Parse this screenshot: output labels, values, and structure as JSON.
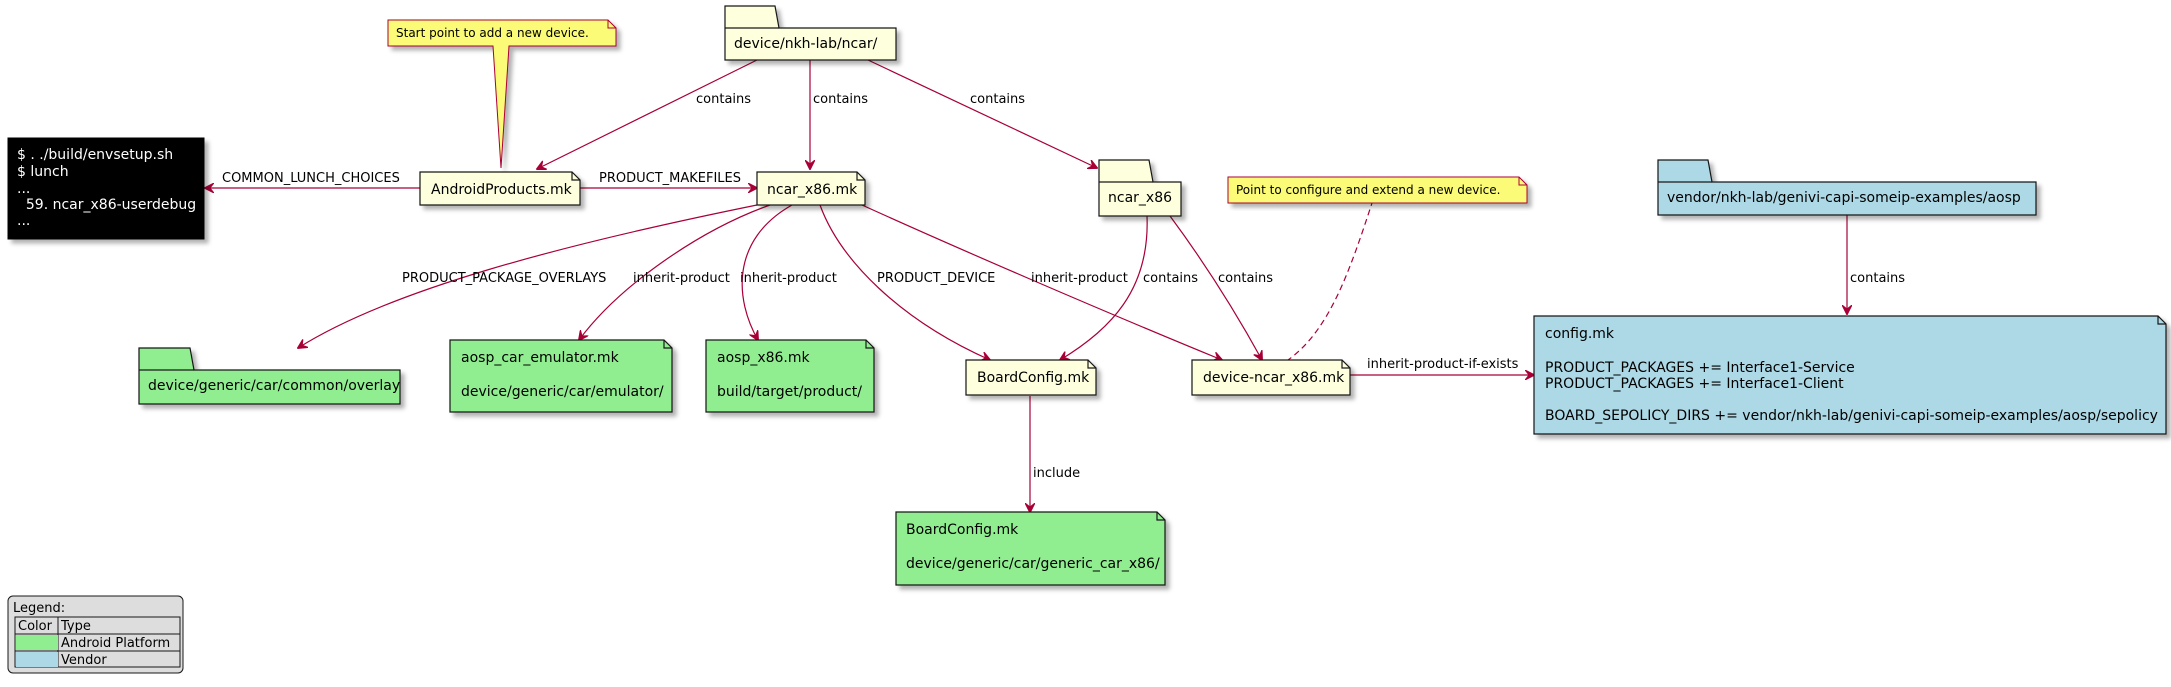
{
  "colors": {
    "edge": "#A80036",
    "note": "#FEFFDD",
    "note_border": "#181818",
    "yellow_note": "#FBFB77",
    "yellow_note_border": "#A80036",
    "android": "#90EE90",
    "vendor": "#ADD8E6",
    "terminal": "#000000",
    "terminal_text": "#FFFFFF",
    "shadow": "#C0C0C0"
  },
  "nodes": {
    "root_dir": {
      "label": "device/nkh-lab/ncar/"
    },
    "android_products": {
      "label": "AndroidProducts.mk"
    },
    "ncar_x86_mk": {
      "label": "ncar_x86.mk"
    },
    "ncar_x86_dir": {
      "label": "ncar_x86"
    },
    "board_config": {
      "label": "BoardConfig.mk"
    },
    "device_ncar": {
      "label": "device-ncar_x86.mk"
    },
    "overlay_dir": {
      "label": "device/generic/car/common/overlay"
    },
    "aosp_car_emulator": {
      "line1": "aosp_car_emulator.mk",
      "line2": "device/generic/car/emulator/"
    },
    "aosp_x86": {
      "line1": "aosp_x86.mk",
      "line2": "build/target/product/"
    },
    "board_config_generic": {
      "line1": "BoardConfig.mk",
      "line2": "device/generic/car/generic_car_x86/"
    },
    "vendor_dir": {
      "label": "vendor/nkh-lab/genivi-capi-someip-examples/aosp"
    },
    "config_mk": {
      "lines": [
        "config.mk",
        "",
        "PRODUCT_PACKAGES += Interface1-Service",
        "PRODUCT_PACKAGES += Interface1-Client",
        "",
        "BOARD_SEPOLICY_DIRS += vendor/nkh-lab/genivi-capi-someip-examples/aosp/sepolicy"
      ]
    },
    "terminal": {
      "lines": [
        "$ . ./build/envsetup.sh",
        "$ lunch",
        "...",
        "  59. ncar_x86-userdebug",
        "..."
      ]
    }
  },
  "notes": {
    "start_point": "Start point to add a new device.",
    "configure_point": "Point to configure and extend a new device."
  },
  "edges": {
    "contains": "contains",
    "common_lunch_choices": "COMMON_LUNCH_CHOICES",
    "product_makefiles": "PRODUCT_MAKEFILES",
    "product_package_overlays": "PRODUCT_PACKAGE_OVERLAYS",
    "inherit_product": "inherit-product",
    "product_device": "PRODUCT_DEVICE",
    "include": "include",
    "inherit_product_if_exists": "inherit-product-if-exists"
  },
  "legend": {
    "title": "Legend:",
    "header": [
      "Color",
      "Type"
    ],
    "rows": [
      {
        "type": "Android Platform",
        "color": "#90EE90"
      },
      {
        "type": "Vendor",
        "color": "#ADD8E6"
      }
    ]
  }
}
